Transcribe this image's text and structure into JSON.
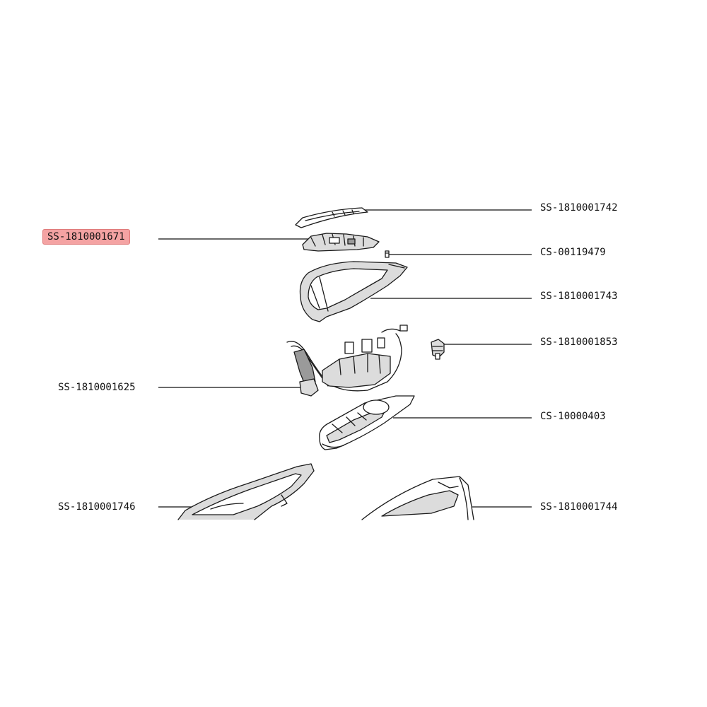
{
  "highlight_color": "#f4a3a3",
  "parts": {
    "top_cover": "SS-1810001742",
    "control_board": "SS-1810001671",
    "screw": "CS-00119479",
    "handle_housing": "SS-1810001743",
    "switch_knob": "SS-1810001853",
    "internal_assembly": "SS-1810001625",
    "soleplate": "CS-10000403",
    "rear_cover": "SS-1810001746",
    "side_cover": "SS-1810001744"
  },
  "highlighted_part": "SS-1810001671"
}
